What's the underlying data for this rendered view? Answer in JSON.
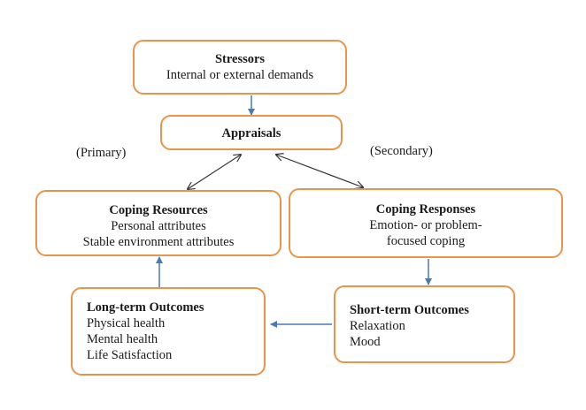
{
  "boxes": {
    "stressors": {
      "title": "Stressors",
      "lines": [
        "Internal or external demands"
      ]
    },
    "appraisals": {
      "title": "Appraisals"
    },
    "coping_resources": {
      "title": "Coping Resources",
      "lines": [
        "Personal attributes",
        "Stable environment attributes"
      ]
    },
    "coping_responses": {
      "title": "Coping Responses",
      "lines": [
        "Emotion- or problem-",
        "focused coping"
      ]
    },
    "long_term": {
      "title": "Long-term Outcomes",
      "lines": [
        "Physical health",
        "Mental health",
        "Life Satisfaction"
      ]
    },
    "short_term": {
      "title": "Short-term Outcomes",
      "lines": [
        "Relaxation",
        "Mood"
      ]
    }
  },
  "labels": {
    "primary": "(Primary)",
    "secondary": "(Secondary)"
  },
  "colors": {
    "box_border": "#e8954a",
    "arrow_blue": "#4a79b8",
    "arrow_dark": "#333333"
  }
}
